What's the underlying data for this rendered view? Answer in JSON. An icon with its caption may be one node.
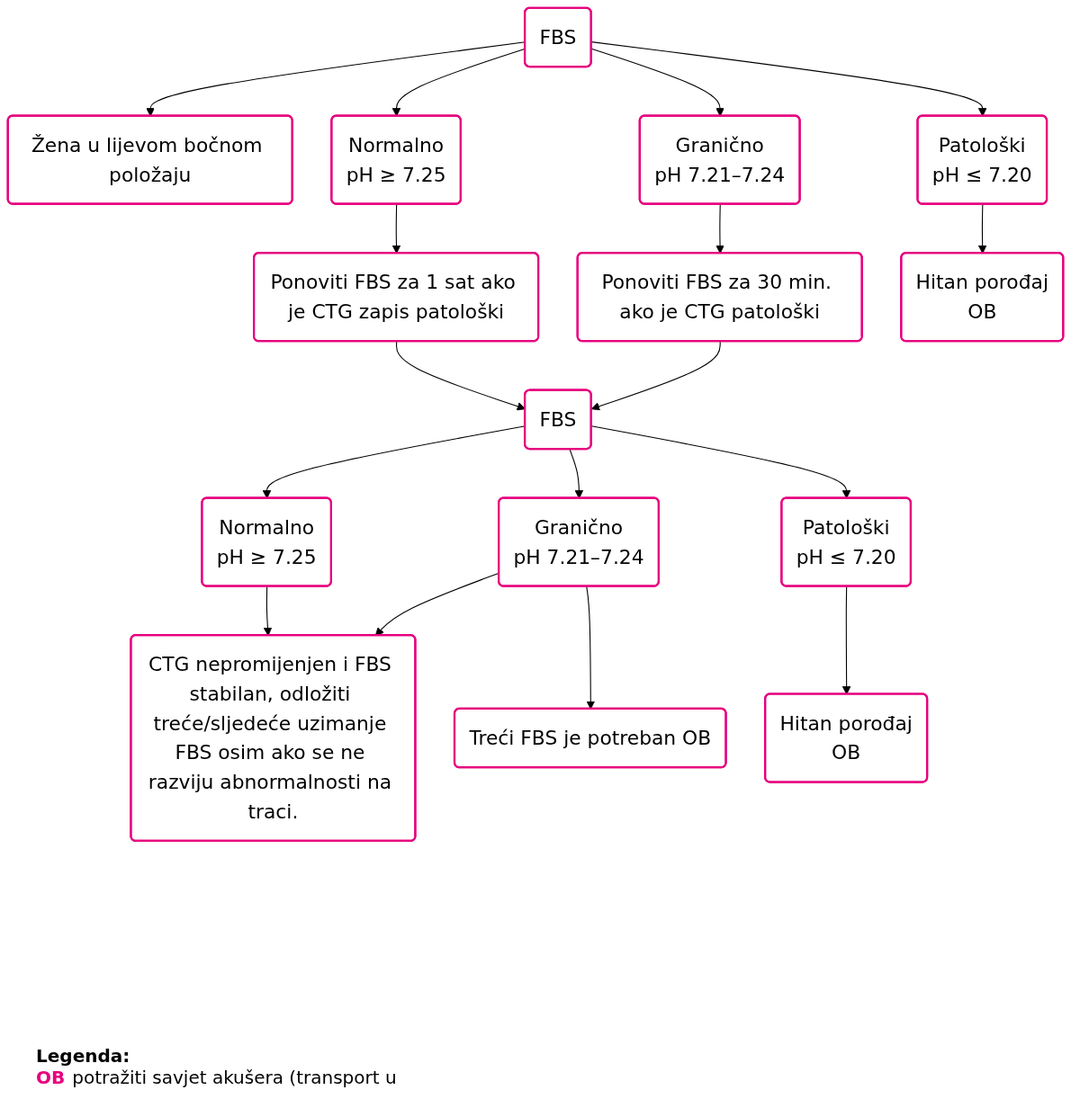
{
  "diagram": {
    "nodes": [
      {
        "text": [
          "FBS"
        ]
      },
      {
        "text": [
          "Žena u lijevom bočnom položaju"
        ]
      },
      {
        "text": [
          "Normalno",
          "pH ≥ 7.25"
        ]
      },
      {
        "text": [
          "Granično",
          "pH 7.21–7.24"
        ]
      },
      {
        "text": [
          "Patološki",
          "pH ≤ 7.20"
        ]
      },
      {
        "text": [
          "Ponoviti FBS za 1 sat ako je CTG zapis patološki"
        ]
      },
      {
        "text": [
          "Ponoviti FBS za 30 min. ako je CTG patološki"
        ]
      },
      {
        "text": [
          "Hitan porođaj",
          "OB"
        ]
      },
      {
        "text": [
          "FBS"
        ]
      },
      {
        "text": [
          "Normalno",
          "pH ≥ 7.25"
        ]
      },
      {
        "text": [
          "Granično",
          "pH 7.21–7.24"
        ]
      },
      {
        "text": [
          "Patološki",
          "pH ≤ 7.20"
        ]
      },
      {
        "text": [
          "CTG nepromijenjen i FBS stabilan, odložiti treće/sljedeće uzimanje FBS osim ako se ne razviju abnormalnosti na traci."
        ]
      },
      {
        "text": [
          "Treći FBS je potreban OB"
        ]
      },
      {
        "text": [
          "Hitan porođaj",
          "OB"
        ]
      }
    ],
    "edges": [
      {
        "from": 0,
        "to": 1,
        "arrow": "to"
      },
      {
        "from": 0,
        "to": 2,
        "arrow": "to"
      },
      {
        "from": 0,
        "to": 3,
        "arrow": "to"
      },
      {
        "from": 0,
        "to": 4,
        "arrow": "to"
      },
      {
        "from": 2,
        "to": 5,
        "arrow": "to"
      },
      {
        "from": 3,
        "to": 6,
        "arrow": "to"
      },
      {
        "from": 4,
        "to": 7,
        "arrow": "to"
      },
      {
        "from": 5,
        "to": 8,
        "arrow": "to"
      },
      {
        "from": 6,
        "to": 8,
        "arrow": "to"
      },
      {
        "from": 8,
        "to": 9,
        "arrow": "to"
      },
      {
        "from": 8,
        "to": 10,
        "arrow": "to"
      },
      {
        "from": 8,
        "to": 11,
        "arrow": "to"
      },
      {
        "from": 9,
        "to": 12,
        "arrow": "to"
      },
      {
        "from": 10,
        "to": 12,
        "arrow": "to"
      },
      {
        "from": 10,
        "to": 13,
        "arrow": "to"
      },
      {
        "from": 11,
        "to": 14,
        "arrow": "to"
      }
    ],
    "labels": [
      "Legenda:",
      "OB",
      "potražiti savjet akušera (transport u"
    ]
  }
}
